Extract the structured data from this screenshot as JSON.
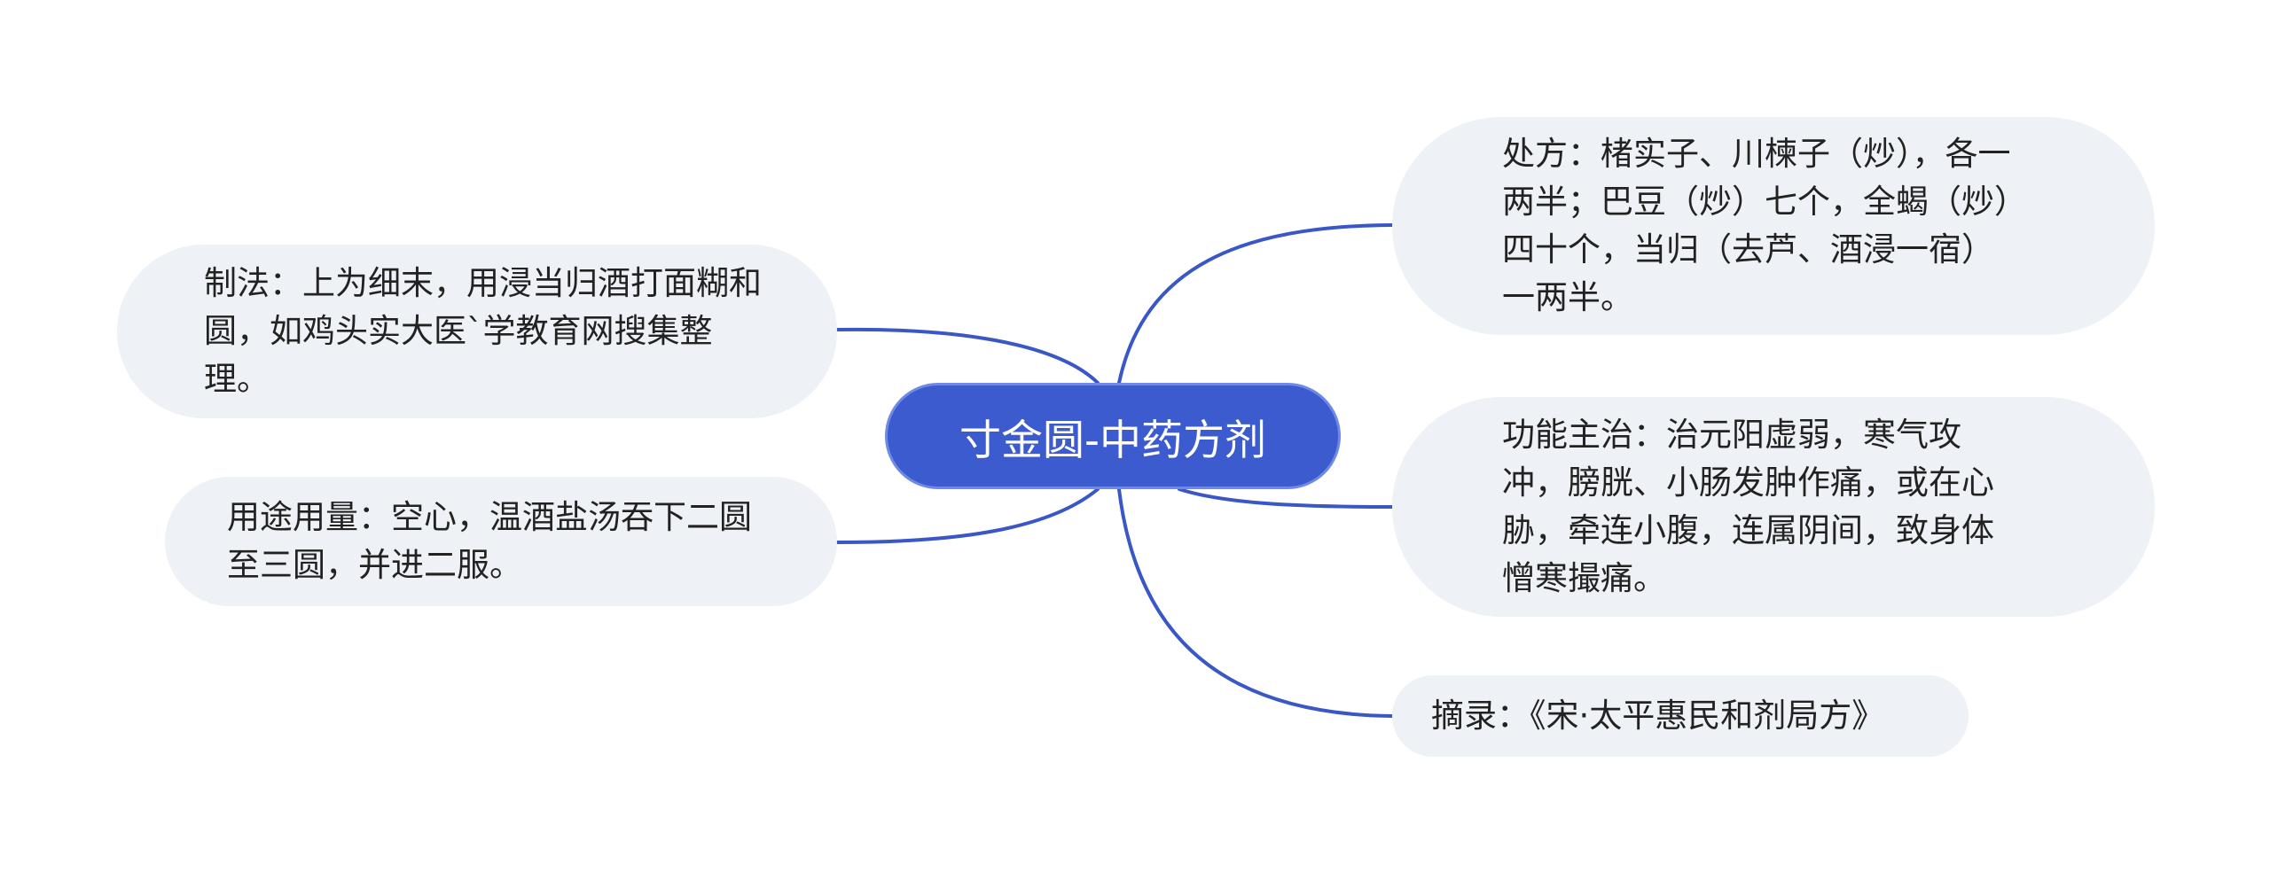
{
  "mindmap": {
    "root": {
      "label": "寸金圆-中药方剂"
    },
    "left": [
      {
        "id": "zhifa",
        "text": "制法：上为细末，用浸当归酒打面糊和圆，如鸡头实大医`学教育网搜集整理。"
      },
      {
        "id": "yongtu",
        "text": "用途用量：空心，温酒盐汤吞下二圆至三圆，并进二服。"
      }
    ],
    "right": [
      {
        "id": "chufang",
        "text": "处方：楮实子、川楝子（炒），各一两半；巴豆（炒）七个，全蝎（炒）四十个，当归（去芦、酒浸一宿）一两半。"
      },
      {
        "id": "gongneng",
        "text": "功能主治：治元阳虚弱，寒气攻冲，膀胱、小肠发肿作痛，或在心胁，牵连小腹，连属阴间，致身体憎寒撮痛。"
      },
      {
        "id": "zhailu",
        "text": "摘录：《宋·太平惠民和剂局方》"
      }
    ]
  },
  "colors": {
    "root_fill": "#3b5bce",
    "branch_line": "#3a57c7",
    "node_fill": "#eef1f5",
    "text": "#222222"
  }
}
